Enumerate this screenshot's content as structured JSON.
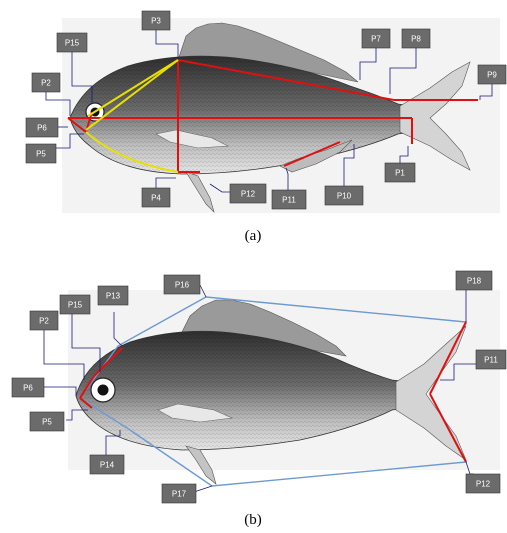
{
  "panels": [
    {
      "caption": "(a)",
      "labels": [
        "P3",
        "P15",
        "P2",
        "P6",
        "P5",
        "P4",
        "P12",
        "P11",
        "P10",
        "P1",
        "P7",
        "P8",
        "P9"
      ]
    },
    {
      "caption": "(b)",
      "labels": [
        "P16",
        "P15",
        "P13",
        "P2",
        "P6",
        "P5",
        "P14",
        "P17",
        "P18",
        "P11",
        "P12"
      ]
    }
  ],
  "colors": {
    "label_box": "#6b6b6b",
    "leader": "#1a1a7a",
    "red_line": "#e01010",
    "yellow_line": "#e8e000",
    "blue_line": "#6d9ad2",
    "fish_body": "#7a7a7a",
    "fish_dark": "#3a3a3a",
    "panel_bg": "#f3f3f3"
  }
}
